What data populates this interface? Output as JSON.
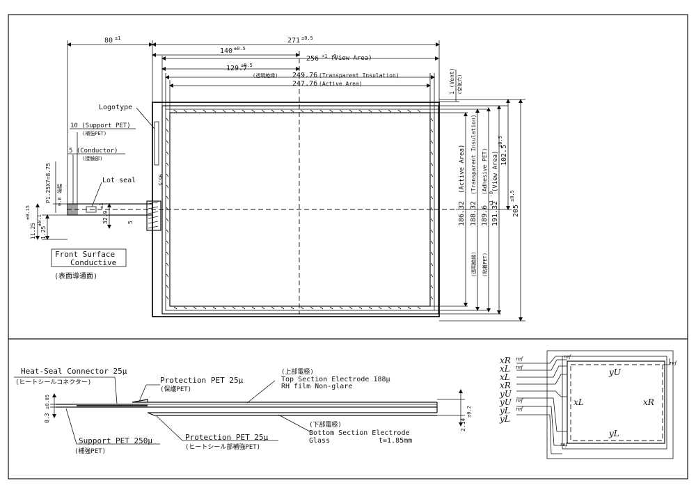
{
  "dims": {
    "d80": "80",
    "d80_tol": "±1",
    "d271": "271",
    "d271_tol": "±0.5",
    "d140": "140",
    "d140_tol": "±0.5",
    "d256": "256",
    "d256_tol": "+1 -0",
    "d256_label": "(View Area)",
    "d129": "129.7",
    "d129_tol": "±0.5",
    "d249_jp": "(透明絶縁)",
    "d249": "249.76",
    "d249_label": "(Transparent Insulation)",
    "d247": "247.76",
    "d247_label": "(Active Area)",
    "vent": "1 (Vent)",
    "vent_jp": "(空気穴)",
    "d205": "205",
    "d205_tol": "±0.5",
    "d1025": "102.5",
    "d1025_tol": "±0.5",
    "d1913": "191.32",
    "d1913_tol": "+1 -0",
    "d1913_label": "(View Area)",
    "d1896": "189.6",
    "d1896_label": "(Adhesive PET)",
    "d1896_jp": "(粘着PET)",
    "d1883": "188.32",
    "d1883_label": "(Transparent Insulation)",
    "d1883_jp": "(透明絶縁)",
    "d1863": "186.32",
    "d1863_label": "(Active Area)",
    "d329": "32.9",
    "d329_tol": "±1",
    "d5": "5",
    "d95": "95.5",
    "pitch": "P1.25X7=8.75",
    "d08": "0.8",
    "d08_jp": "端幅",
    "d1125": "11.25",
    "d1125_tol": "±0.15",
    "d125": "1.25",
    "d125_tol": "±0.1",
    "d03": "0.3",
    "d03_tol": "±0.05",
    "d214": "2.14",
    "d214_tol": "±0.2"
  },
  "labels": {
    "logotype": "Logotype",
    "support_pet_top": "10 (Support PET)",
    "support_pet_top_jp": "(補強PET)",
    "conductor": "5 (Conductor)",
    "conductor_jp": "(接触部)",
    "lot_seal": "Lot seal",
    "front_surface_1": "Front Surface",
    "front_surface_2": "Conductive",
    "front_surface_jp": "(表面導通面)"
  },
  "section": {
    "heat_seal": "Heat-Seal Connector 25μ",
    "heat_seal_jp": "(ヒートシールコネクター)",
    "prot_pet_top": "Protection PET 25μ",
    "prot_pet_top_jp": "(保護PET)",
    "upper_jp": "(上部電極)",
    "top_electrode": "Top Section Electrode  188μ",
    "rh_film": "RH film   Non-glare",
    "lower_jp": "(下部電極)",
    "bottom_electrode": "Bottom Section Electrode",
    "glass": "Glass",
    "glass_t": "t=1.85mm",
    "support_pet": "Support  PET 250μ",
    "support_pet_jp": "(補強PET)",
    "prot_pet_bot": "Protection PET 25μ",
    "prot_pet_bot_jp": "(ヒートシール部補強PET)"
  },
  "wiring": {
    "pins": [
      "xR",
      "xL",
      "xL",
      "xR",
      "yU",
      "yU",
      "yL",
      "yL"
    ],
    "pin_suffix": [
      "ref",
      "ref",
      "",
      "",
      "",
      "ref",
      "ref",
      ""
    ],
    "ref": "ref",
    "yU": "yU",
    "yL": "yL",
    "xL": "xL",
    "xR": "xR"
  }
}
